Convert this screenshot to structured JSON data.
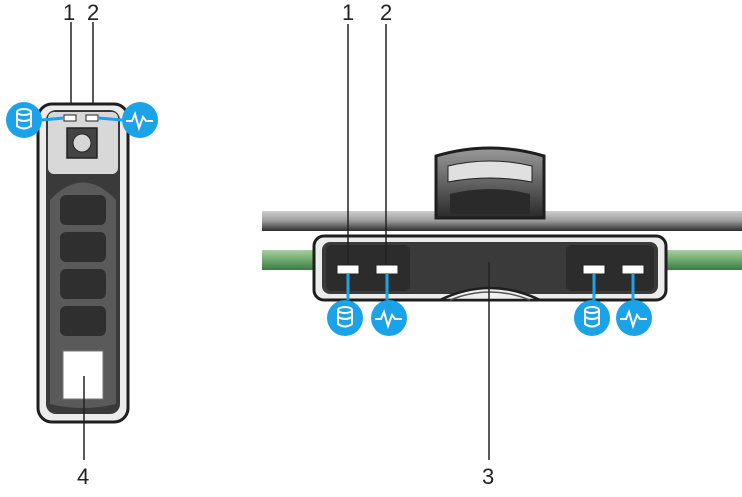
{
  "left_view": {
    "callouts": [
      "1",
      "2",
      "4"
    ]
  },
  "right_view": {
    "callouts": [
      "1",
      "2",
      "3"
    ]
  },
  "icons": {
    "activity": "drive-activity-icon",
    "status": "drive-status-icon"
  },
  "colors": {
    "icon_blue": "#1aa3e8",
    "led_white": "#ffffff",
    "carrier_dark": "#2b2b2b",
    "carrier_mid": "#4a4a4a",
    "rail_green": "#6fa86f"
  }
}
